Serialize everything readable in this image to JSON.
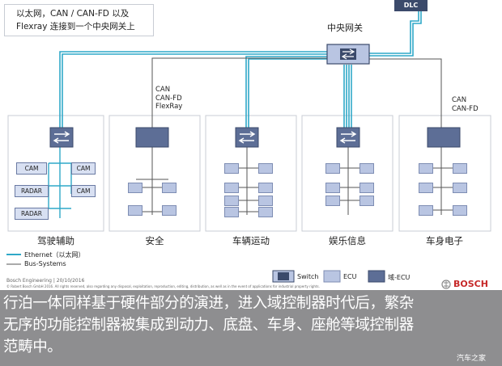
{
  "note": {
    "line1": "以太网，CAN / CAN-FD 以及",
    "line2": "Flexray 连接到一个中央网关上"
  },
  "dlc": "DLC",
  "gateway_label": "中央网关",
  "bus_labels": {
    "safety": [
      "CAN",
      "CAN-FD",
      "FlexRay"
    ],
    "body": [
      "CAN",
      "CAN-FD"
    ]
  },
  "domains": [
    "驾驶辅助",
    "安全",
    "车辆运动",
    "娱乐信息",
    "车身电子"
  ],
  "cam_labels": [
    "CAM",
    "CAM",
    "RADAR",
    "CAM",
    "RADAR"
  ],
  "legend": {
    "ethernet": "Ethernet（以太网）",
    "bus": "Bus-Systems",
    "switch": "Switch",
    "ecu": "ECU",
    "domain_ecu": "域-ECU"
  },
  "footer": {
    "line1": "Bosch Engineering | 20/10/2016",
    "line2": "© Robert Bosch GmbH 2016. All rights reserved, also regarding any disposal, exploitation, reproduction, editing, distribution, as well as in the event of applications for industrial property rights."
  },
  "brand": "BOSCH",
  "caption": {
    "line1": "行泊一体同样基于硬件部分的演进，进入域控制器时代后，繁杂",
    "line2": "无序的功能控制器被集成到动力、底盘、车身、座舱等域控制器",
    "line3": "范畴中。"
  },
  "watermark": "汽车之家",
  "colors": {
    "ethernet": "#2fa8c8",
    "bus": "#555555",
    "domain_ecu": "#5d6e96",
    "ecu": "#b9c5e2",
    "switch": "#3b4a6b",
    "caption_bg": "#8e8e90"
  }
}
